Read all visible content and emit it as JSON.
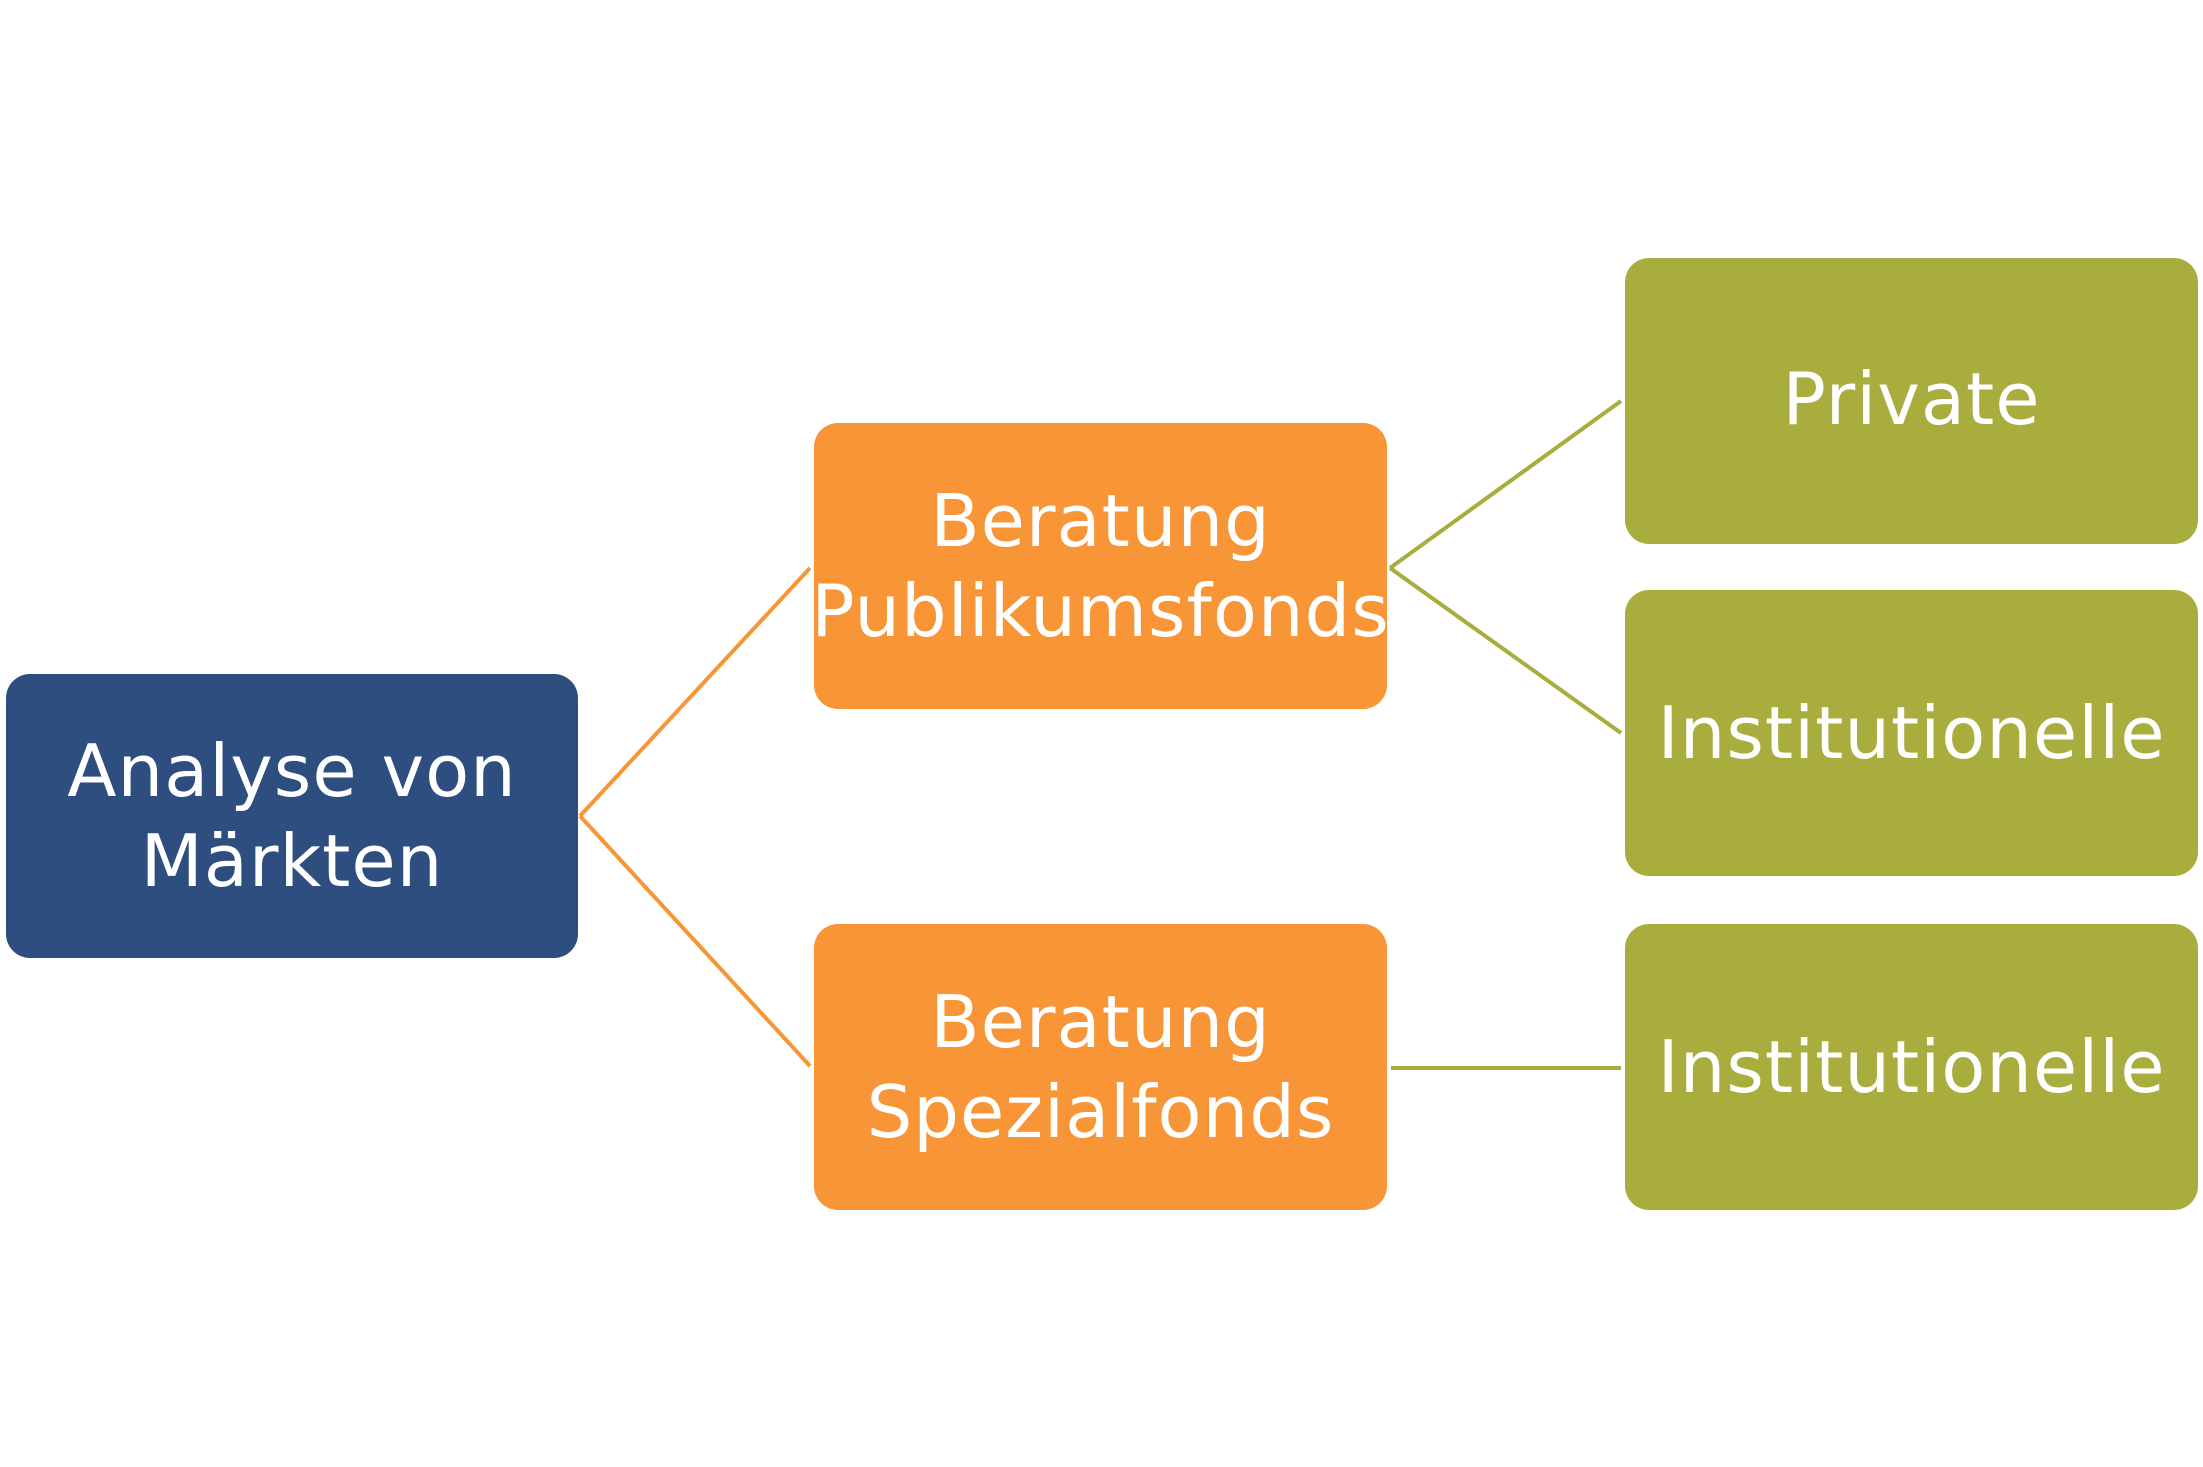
{
  "colors": {
    "root": "#2e4e80",
    "level1": "#f79537",
    "level2": "#a8ad3d",
    "level1_connector": "#f79537",
    "level2_connector": "#a8ad3d",
    "background": "#ffffff"
  },
  "diagram": {
    "root": {
      "label": "Analyse von\nMärkten"
    },
    "children": [
      {
        "label": "Beratung\nPublikumsfonds",
        "children": [
          {
            "label": "Private"
          },
          {
            "label": "Institutionelle"
          }
        ]
      },
      {
        "label": "Beratung\nSpezialfonds",
        "children": [
          {
            "label": "Institutionelle"
          }
        ]
      }
    ]
  }
}
